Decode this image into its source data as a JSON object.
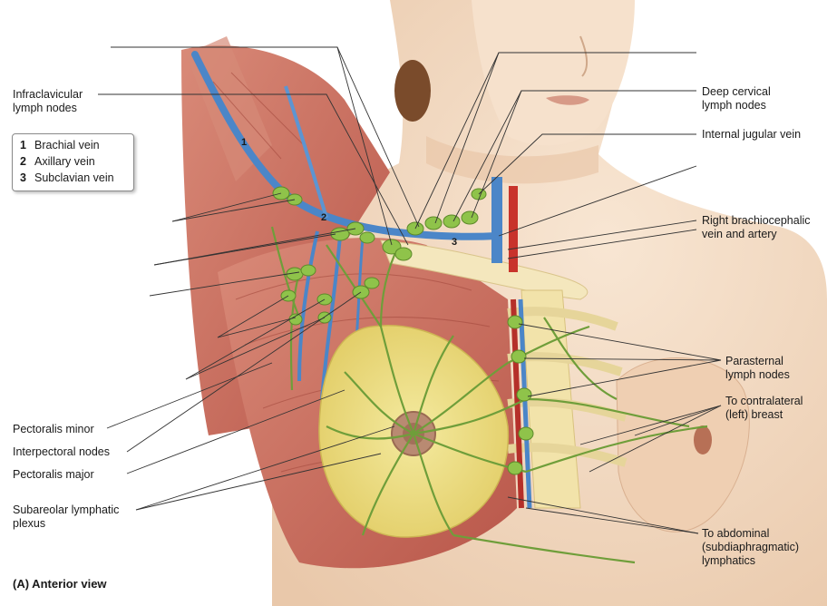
{
  "labels": {
    "infraclavicular": "Infraclavicular\nlymph nodes",
    "deep_cervical": "Deep cervical\nlymph nodes",
    "internal_jugular": "Internal jugular vein",
    "right_brachiocephalic": "Right brachiocephalic\nvein and artery",
    "parasternal": "Parasternal\nlymph nodes",
    "contralateral": "To contralateral\n(left) breast",
    "pectoralis_minor": "Pectoralis minor",
    "interpectoral": "Interpectoral nodes",
    "pectoralis_major": "Pectoralis major",
    "subareolar": "Subareolar lymphatic\nplexus",
    "abdominal": "To abdominal\n(subdiaphragmatic)\nlymphatics"
  },
  "legend": [
    {
      "num": "1",
      "text": "Brachial vein"
    },
    {
      "num": "2",
      "text": "Axillary vein"
    },
    {
      "num": "3",
      "text": "Subclavian vein"
    }
  ],
  "vein_numbers": [
    "1",
    "2",
    "3"
  ],
  "caption": "(A) Anterior view",
  "colors": {
    "skin": "#f3dcc4",
    "muscle": "#c9685a",
    "vein": "#4b86c8",
    "artery": "#c8332b",
    "node": "#8fc34a",
    "lymph_vessel": "#6f9e3a",
    "breast_fat": "#efe28e",
    "bone": "#f3e6b2"
  }
}
